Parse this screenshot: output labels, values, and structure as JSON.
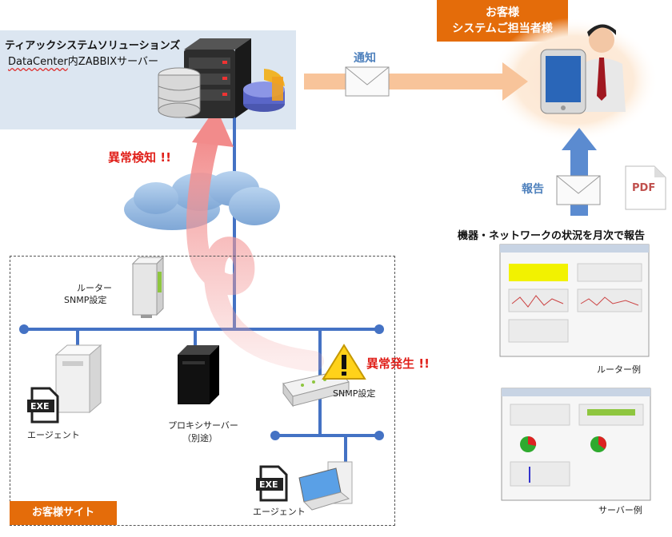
{
  "datacenter": {
    "title": "ティアックシステムソリューションズ",
    "subtitle_underlined": "DataCenter",
    "subtitle_rest": "内ZABBIXサーバー"
  },
  "customer": {
    "line1": "お客様",
    "line2": "システムご担当者様"
  },
  "notify_label": "通知",
  "report_label": "報告",
  "pdf_label": "PDF",
  "anomaly_detect": "異常検知 !!",
  "anomaly_occur": "異常発生 !!",
  "router_label_1": "ルーター",
  "router_label_2": "SNMP設定",
  "switch_snmp_label": "SNMP設定",
  "proxy_label_1": "プロキシサーバー",
  "proxy_label_2": "（別途）",
  "agent_label": "エージェント",
  "agent_label_2": "エージェント",
  "exe_label": "EXE",
  "site_label": "お客様サイト",
  "monthly_report": "機器・ネットワークの状況を月次で報告",
  "router_example": "ルーター例",
  "server_example": "サーバー例",
  "colors": {
    "orange": "#e46c0a",
    "blue": "#4f81bd",
    "line": "#4472c4",
    "red": "#e0201a"
  }
}
